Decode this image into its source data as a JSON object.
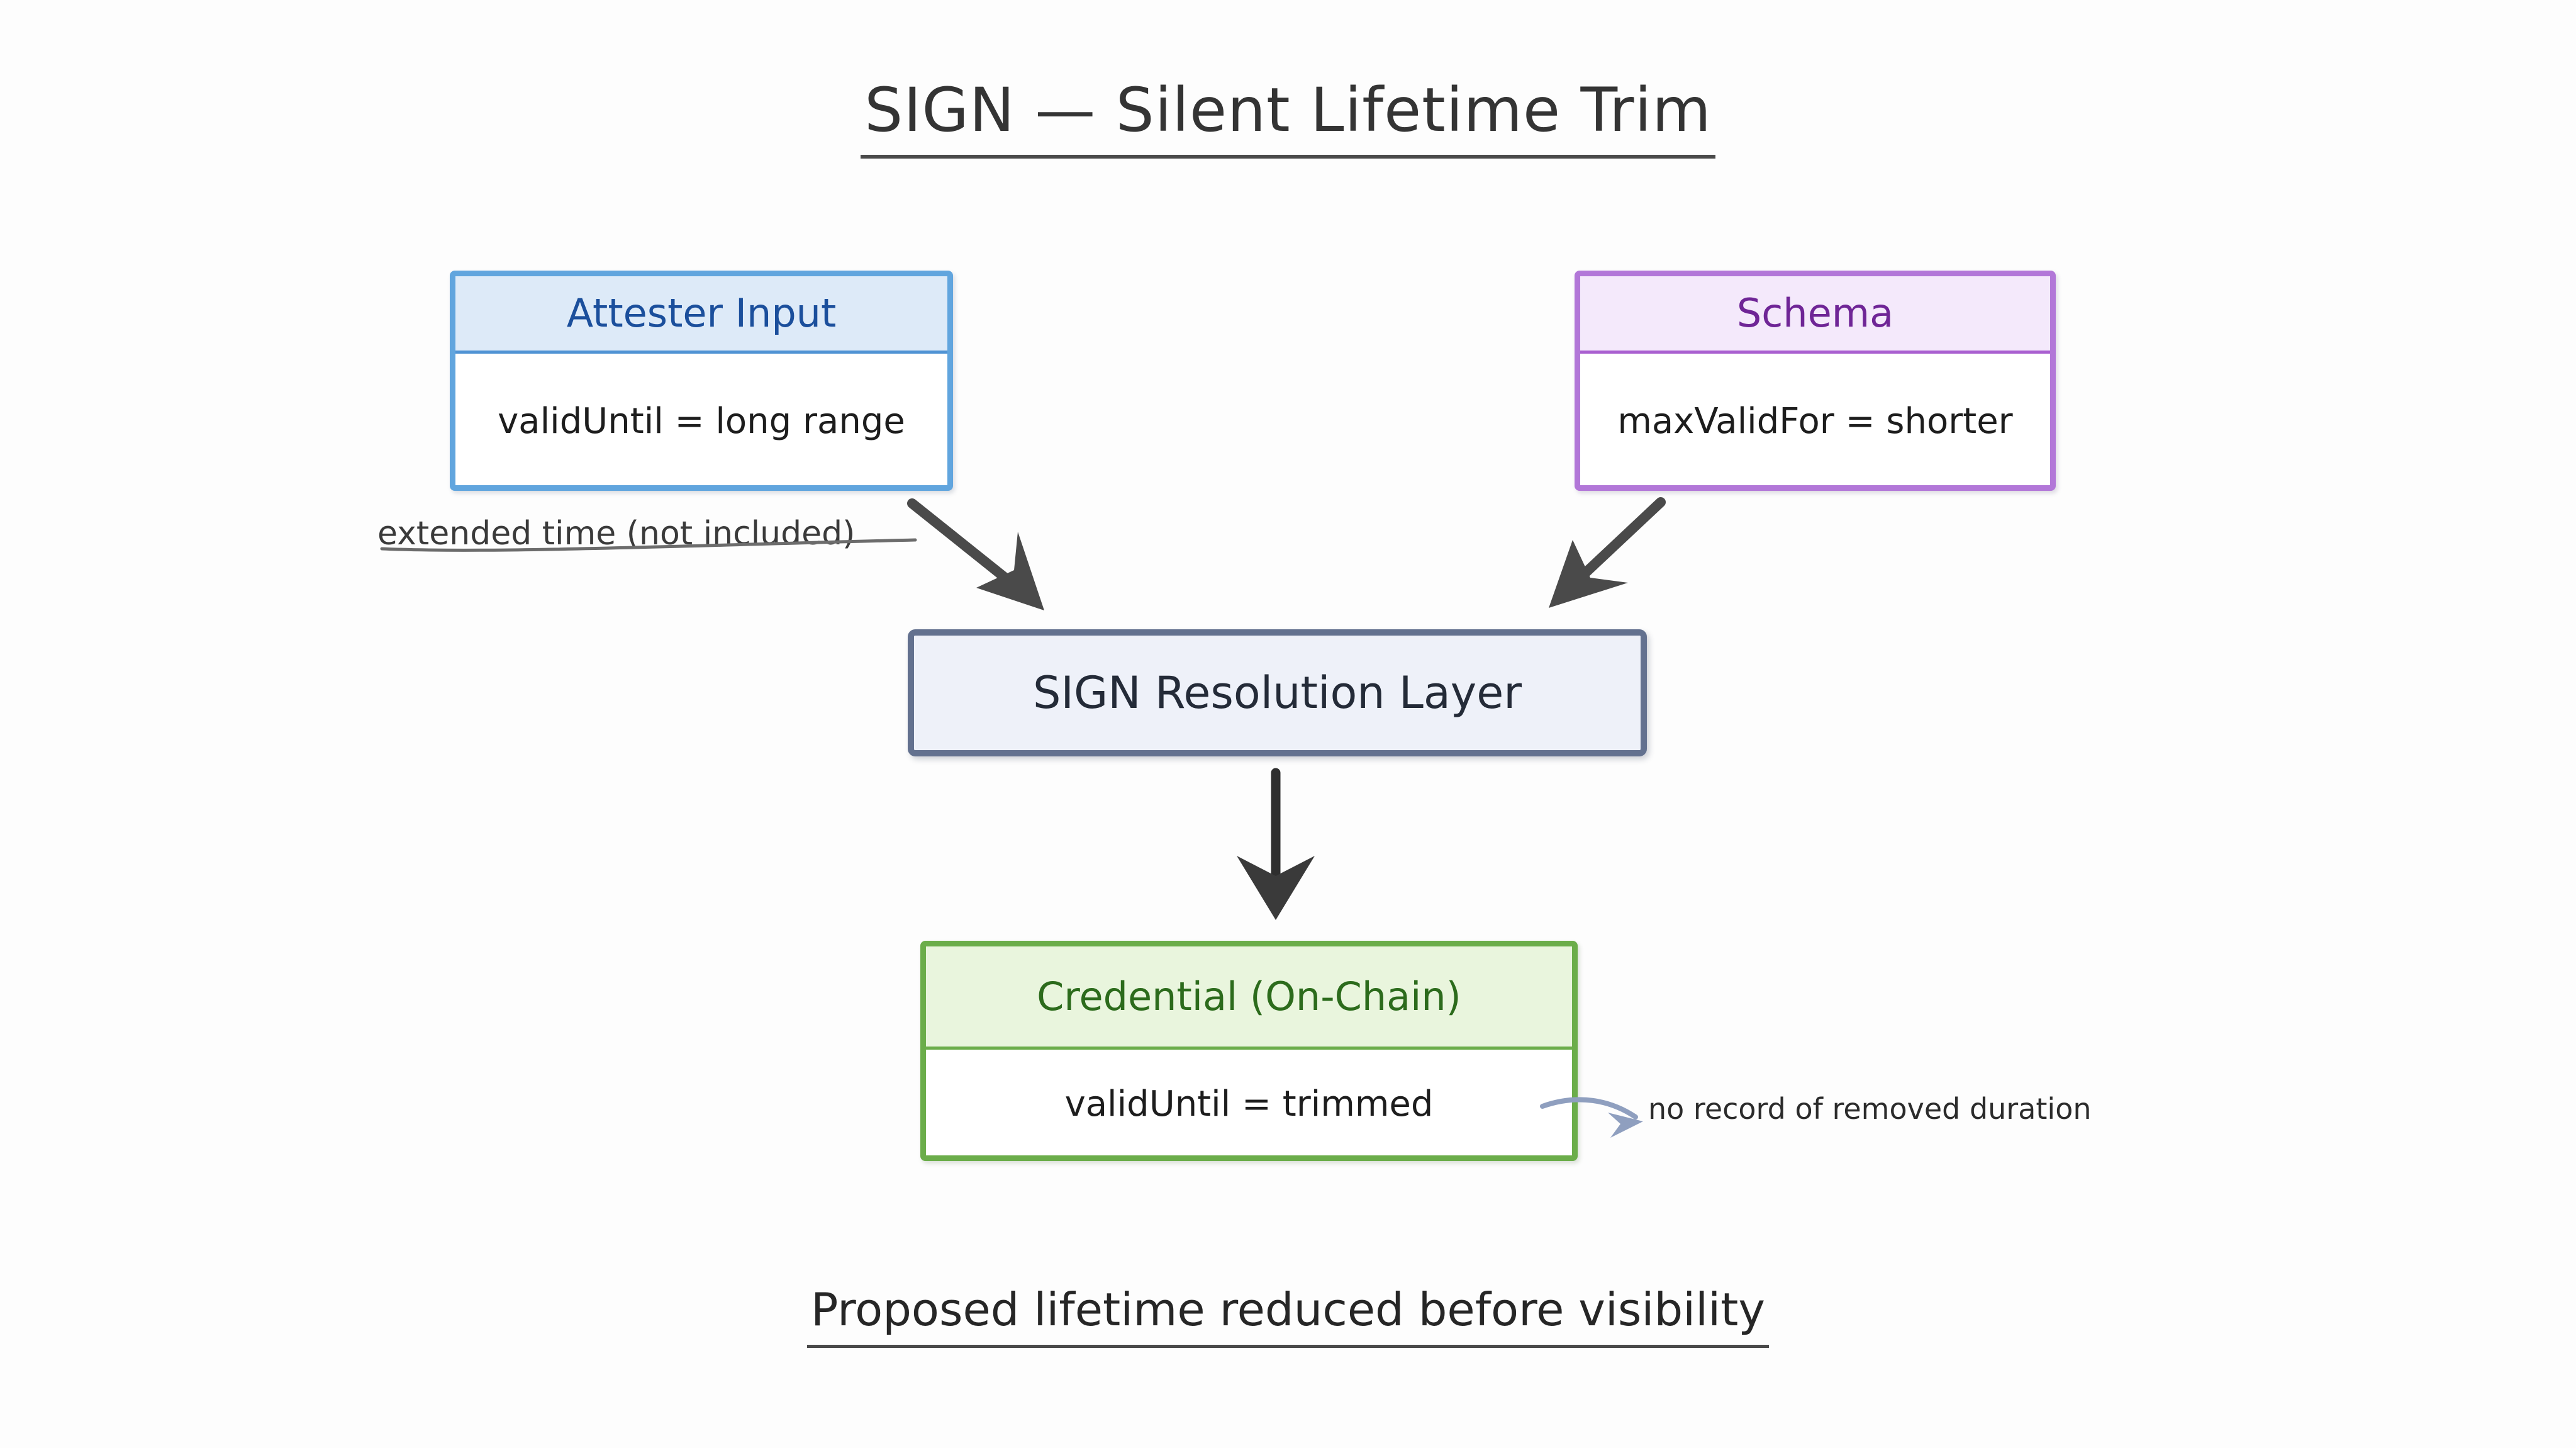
{
  "diagram": {
    "title": "SIGN — Silent Lifetime Trim",
    "caption": "Proposed lifetime reduced before visibility",
    "background_color": "#fdfdfd",
    "nodes": [
      {
        "id": "attester",
        "header": "Attester Input",
        "body": "validUntil = long range",
        "border_color": "#61a5de",
        "header_bg": "#ddeaf8",
        "header_text_color": "#1b4f9c",
        "body_bg": "#ffffff"
      },
      {
        "id": "schema",
        "header": "Schema",
        "body": "maxValidFor = shorter",
        "border_color": "#b277d8",
        "header_bg": "#f4e9fb",
        "header_text_color": "#6f2596",
        "body_bg": "#ffffff"
      },
      {
        "id": "sign",
        "header": "SIGN Resolution Layer",
        "border_color": "#63718f",
        "header_bg": "#eef1f9",
        "header_text_color": "#242b38"
      },
      {
        "id": "credential",
        "header": "Credential (On-Chain)",
        "body": "validUntil = trimmed",
        "border_color": "#6bad4a",
        "header_bg": "#e9f5dd",
        "header_text_color": "#2c6b1c",
        "body_bg": "#ffffff"
      }
    ],
    "annotations": [
      {
        "id": "extended-time",
        "text": "extended time (not included)",
        "struck_through": true,
        "color": "#3a3a3a"
      },
      {
        "id": "no-record",
        "text": "no record of removed duration",
        "struck_through": false,
        "color": "#2b2b2b"
      }
    ],
    "connectors": [
      {
        "id": "attester-to-sign",
        "from": "attester",
        "to": "sign",
        "direction": "down-right",
        "color": "#4a4a4a"
      },
      {
        "id": "schema-to-sign",
        "from": "schema",
        "to": "sign",
        "direction": "down-left",
        "color": "#4a4a4a"
      },
      {
        "id": "sign-to-credential",
        "from": "sign",
        "to": "credential",
        "direction": "down",
        "color": "#2e2e2e"
      },
      {
        "id": "credential-to-note",
        "from": "credential",
        "to": "no-record",
        "direction": "right-curve",
        "color": "#8f9fbf"
      }
    ]
  }
}
